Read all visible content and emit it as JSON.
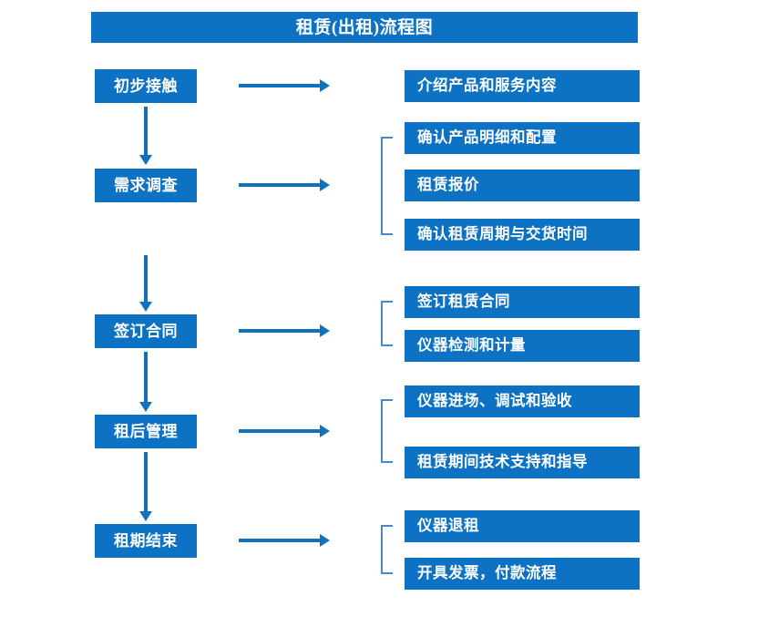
{
  "title": {
    "text": "租赁(出租)流程图"
  },
  "theme": {
    "box_fill": "#0d72c4",
    "box_text": "#ffffff",
    "arrow_color": "#1171bb",
    "bracket_color": "#4a86c8",
    "page_background": "#ffffff"
  },
  "stages": [
    {
      "label": "初步接触"
    },
    {
      "label": "需求调查"
    },
    {
      "label": "签订合同"
    },
    {
      "label": "租后管理"
    },
    {
      "label": "租期结束"
    }
  ],
  "details": [
    {
      "label": "介绍产品和服务内容"
    },
    {
      "label": "确认产品明细和配置"
    },
    {
      "label": "租赁报价"
    },
    {
      "label": "确认租赁周期与交货时间"
    },
    {
      "label": "签订租赁合同"
    },
    {
      "label": "仪器检测和计量"
    },
    {
      "label": "仪器进场、调试和验收"
    },
    {
      "label": "租赁期间技术支持和指导"
    },
    {
      "label": "仪器退租"
    },
    {
      "label": "开具发票，付款流程"
    }
  ],
  "connectors": {
    "horizontal_arrow_count": 5,
    "vertical_arrow_count": 4,
    "bracket_count": 4
  }
}
